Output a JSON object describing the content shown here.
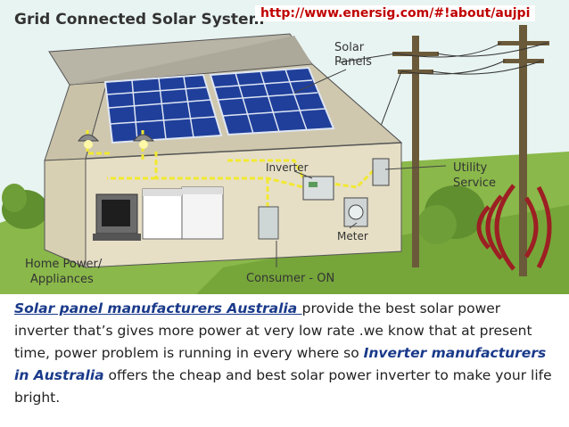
{
  "diagram": {
    "title": "Grid Connected Solar System",
    "labels": {
      "solar_panels_1": "Solar",
      "solar_panels_2": "Panels",
      "inverter": "Inverter",
      "utility_1": "Utility",
      "utility_2": "Service",
      "meter": "Meter",
      "home_power_1": "Home Power/",
      "home_power_2": "Appliances",
      "consumer": "Consumer - ON"
    }
  },
  "url": "http://www.enersig.com/#!about/aujpi",
  "caption": {
    "link_text": "Solar panel manufacturers Australia ",
    "text_1": "provide the best solar power inverter that’s gives more power at very low rate .we know that at present time, power problem is running in every where so ",
    "emphasis": "Inverter manufacturers in Australia",
    "text_2": " offers the cheap and best solar power inverter to make your life bright."
  },
  "colors": {
    "sky": "#e8f4f1",
    "grass": "#8ab84a",
    "panel": "#1f3f9a",
    "wall": "#e6dfc6",
    "roof": "#b8b4a6",
    "wire": "#f2e830",
    "url": "#c00000",
    "link": "#1a3a8a"
  }
}
